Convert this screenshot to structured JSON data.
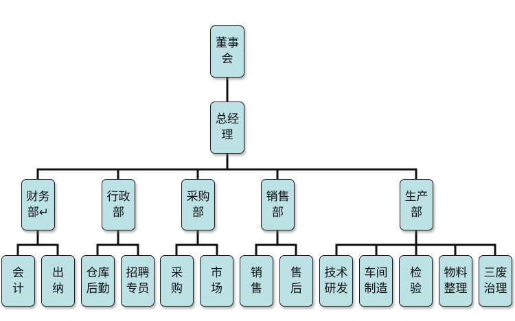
{
  "nodes": {
    "board": "董事\n会",
    "gm": "总经\n理",
    "finance": "财务\n部↵",
    "admin": "行政\n部",
    "purchase": "采购\n部",
    "sales": "销售\n部",
    "production": "生产\n部",
    "accounting": "会\n计",
    "cashier": "出\n纳",
    "warehouse": "仓库\n后勤",
    "recruiting": "招聘\n专员",
    "procurement": "采\n购",
    "market": "市\n场",
    "selling": "销\n售",
    "after_sales": "售\n后",
    "rnd": "技术\n研发",
    "workshop": "车间\n制造",
    "inspection": "检\n验",
    "materials": "物料\n整理",
    "waste": "三废\n治理"
  },
  "colors": {
    "node_fill": "#bde2e6",
    "node_border": "#1a1a1a",
    "connector": "#111111"
  }
}
